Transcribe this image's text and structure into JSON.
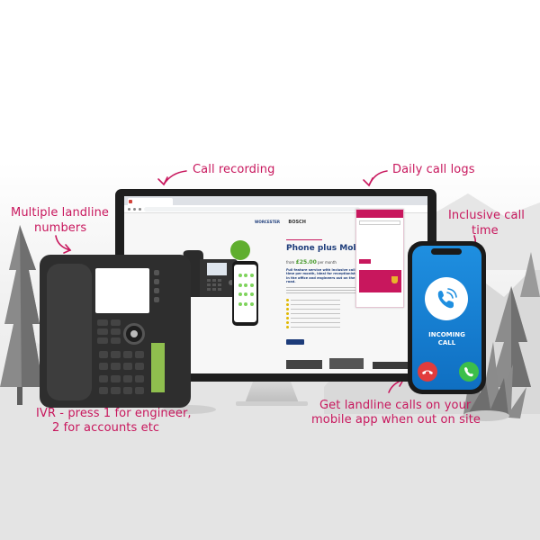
{
  "annotations": {
    "call_recording": "Call recording",
    "daily_call_logs": "Daily call logs",
    "multiple_landline_line1": "Multiple landline",
    "multiple_landline_line2": "numbers",
    "inclusive_call_line1": "Inclusive call",
    "inclusive_call_line2": "time",
    "ivr_line1": "IVR - press 1 for engineer,",
    "ivr_line2": "2 for accounts etc",
    "landline_app_line1": "Get landline calls on your",
    "landline_app_line2": "mobile app when out on site"
  },
  "website": {
    "brand_left": "WORCESTER",
    "brand_right": "BOSCH",
    "hero_title": "Phone plus Mobile App",
    "price_prefix": "from",
    "price": "£25.00",
    "price_suffix": "per month",
    "description": "Full feature service with inclusive call time per month, ideal for receptionists in the office and engineers out on the road."
  },
  "mobile_app": {
    "call_status_line1": "INCOMING",
    "call_status_line2": "CALL"
  },
  "colors": {
    "accent": "#c8175d",
    "mobile_screen": "#1f8fe0",
    "decline": "#e23c3c",
    "accept": "#3cbf4a"
  }
}
